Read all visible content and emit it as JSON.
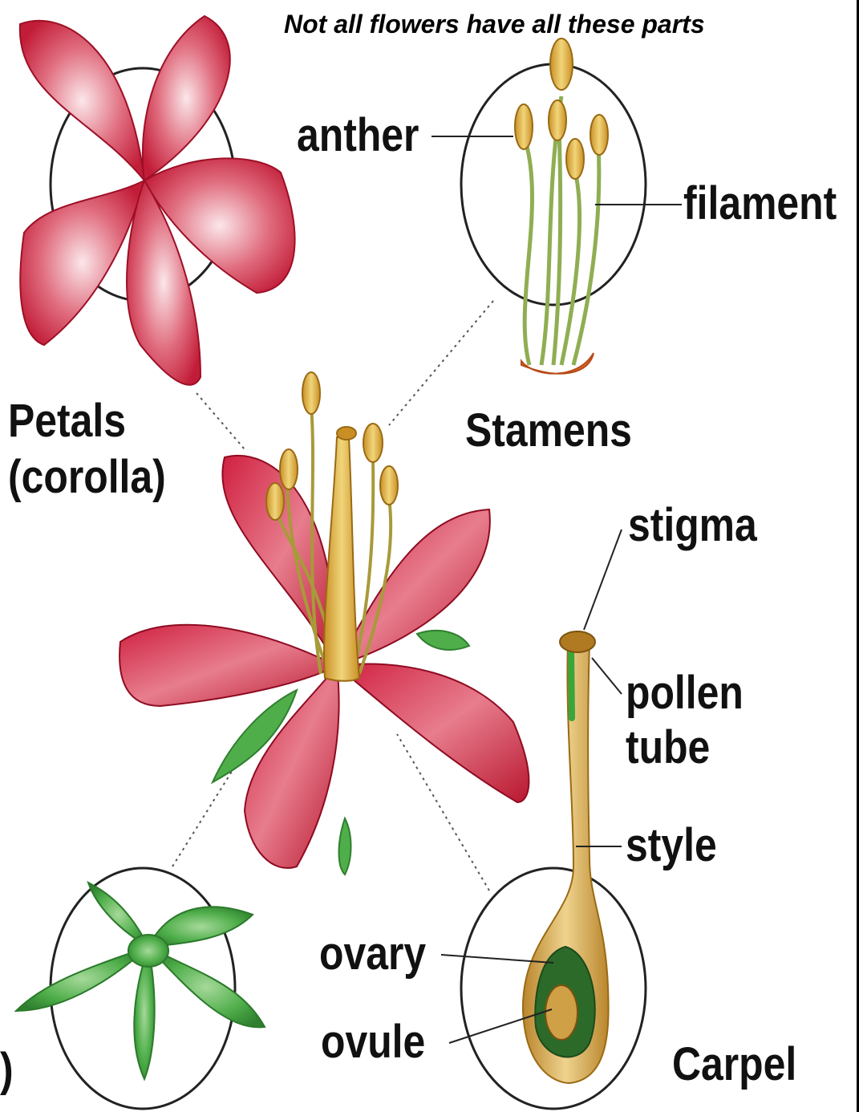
{
  "title": "Not all flowers have all  these parts",
  "labels": {
    "anther": "anther",
    "filament": "filament",
    "petals_line1": "Petals",
    "petals_line2": "(corolla)",
    "stamens": "Stamens",
    "stigma": "stigma",
    "pollen_line1": "pollen",
    "pollen_line2": "tube",
    "style": "style",
    "ovary": "ovary",
    "ovule": "ovule",
    "carpel": "Carpel",
    "sepals_fragment": ")"
  },
  "colors": {
    "petal_red": "#c8243a",
    "petal_light": "#f4c9cf",
    "stamen_gold": "#e0b443",
    "filament_green": "#8fae52",
    "sepal_green": "#4fae4a",
    "carpel_tan": "#d7b061",
    "ovary_green": "#2c6a2a"
  }
}
